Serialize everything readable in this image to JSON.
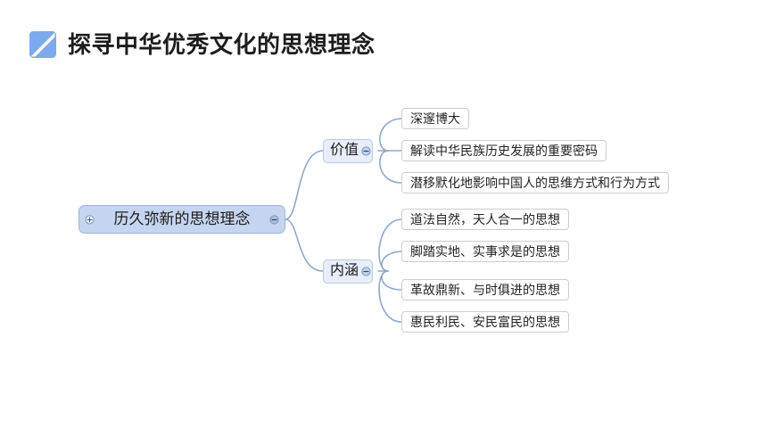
{
  "title": {
    "text": "探寻中华优秀文化的思想理念",
    "icon": "blue-square-diagonal-icon"
  },
  "colors": {
    "accent": "#7aaaf0",
    "root_fill": "#c6d5ef",
    "root_border": "#9db4da",
    "branch_fill": "#e7eef9",
    "branch_border": "#b9c9e4",
    "leaf_fill": "#ffffff",
    "leaf_border": "#cdcdcd",
    "connector": "#8fa7cd",
    "text": "#1a1a1a",
    "background": "#ffffff"
  },
  "mindmap": {
    "root": {
      "label": "历久弥新的思想理念",
      "left_handle": "expand-plus-icon",
      "right_handle": "collapse-minus-icon"
    },
    "branches": [
      {
        "label": "价值",
        "handle": "collapse-minus-icon",
        "leaves": [
          {
            "label": "深邃博大"
          },
          {
            "label": "解读中华民族历史发展的重要密码"
          },
          {
            "label": "潜移默化地影响中国人的思维方式和行为方式"
          }
        ]
      },
      {
        "label": "内涵",
        "handle": "collapse-minus-icon",
        "leaves": [
          {
            "label": "道法自然，天人合一的思想"
          },
          {
            "label": "脚踏实地、实事求是的思想"
          },
          {
            "label": "革故鼎新、与时俱进的思想"
          },
          {
            "label": "惠民利民、安民富民的思想"
          }
        ]
      }
    ]
  }
}
